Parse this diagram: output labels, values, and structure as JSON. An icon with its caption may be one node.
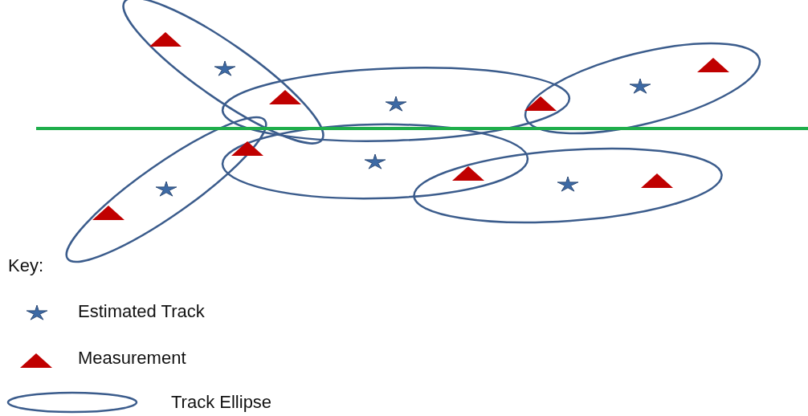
{
  "diagram": {
    "labels": [
      "Key:"
    ],
    "legend": [
      {
        "text": "Estimated Track"
      },
      {
        "text": "Measurement"
      },
      {
        "text": "Track Ellipse"
      }
    ]
  }
}
